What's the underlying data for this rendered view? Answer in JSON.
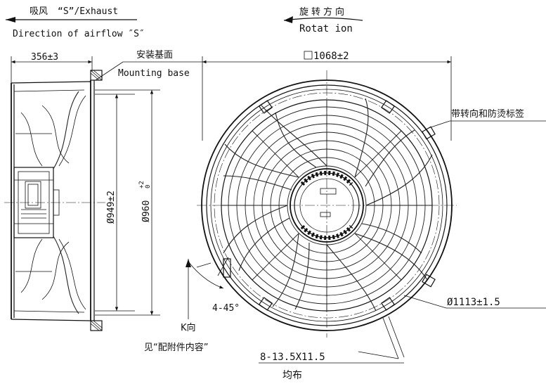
{
  "labels": {
    "exhaust_cn_prefix": "吸风",
    "exhaust_text": "“S”/Exhaust",
    "airflow_direction": "Direction of airflow ″S″",
    "rotation_cn": "旋转方向",
    "rotation_en": "Rotat ion",
    "depth_dim": "356±3",
    "mounting_cn": "安装基面",
    "mounting_en": "Mounting base",
    "square_dim": "1068±2",
    "label_cn": "带转向和防烫标签",
    "dia_949": "Ø949±2",
    "dia_960": "Ø960",
    "dia_960_tol_upper": "+2",
    "dia_960_tol_lower": "0",
    "angle": "4-45°",
    "k_view": "K向",
    "see_accessories": "见“配附件内容”",
    "dia_1113": "Ø1113±1.5",
    "holes": "8-13.5X11.5",
    "evenly": "均布"
  }
}
